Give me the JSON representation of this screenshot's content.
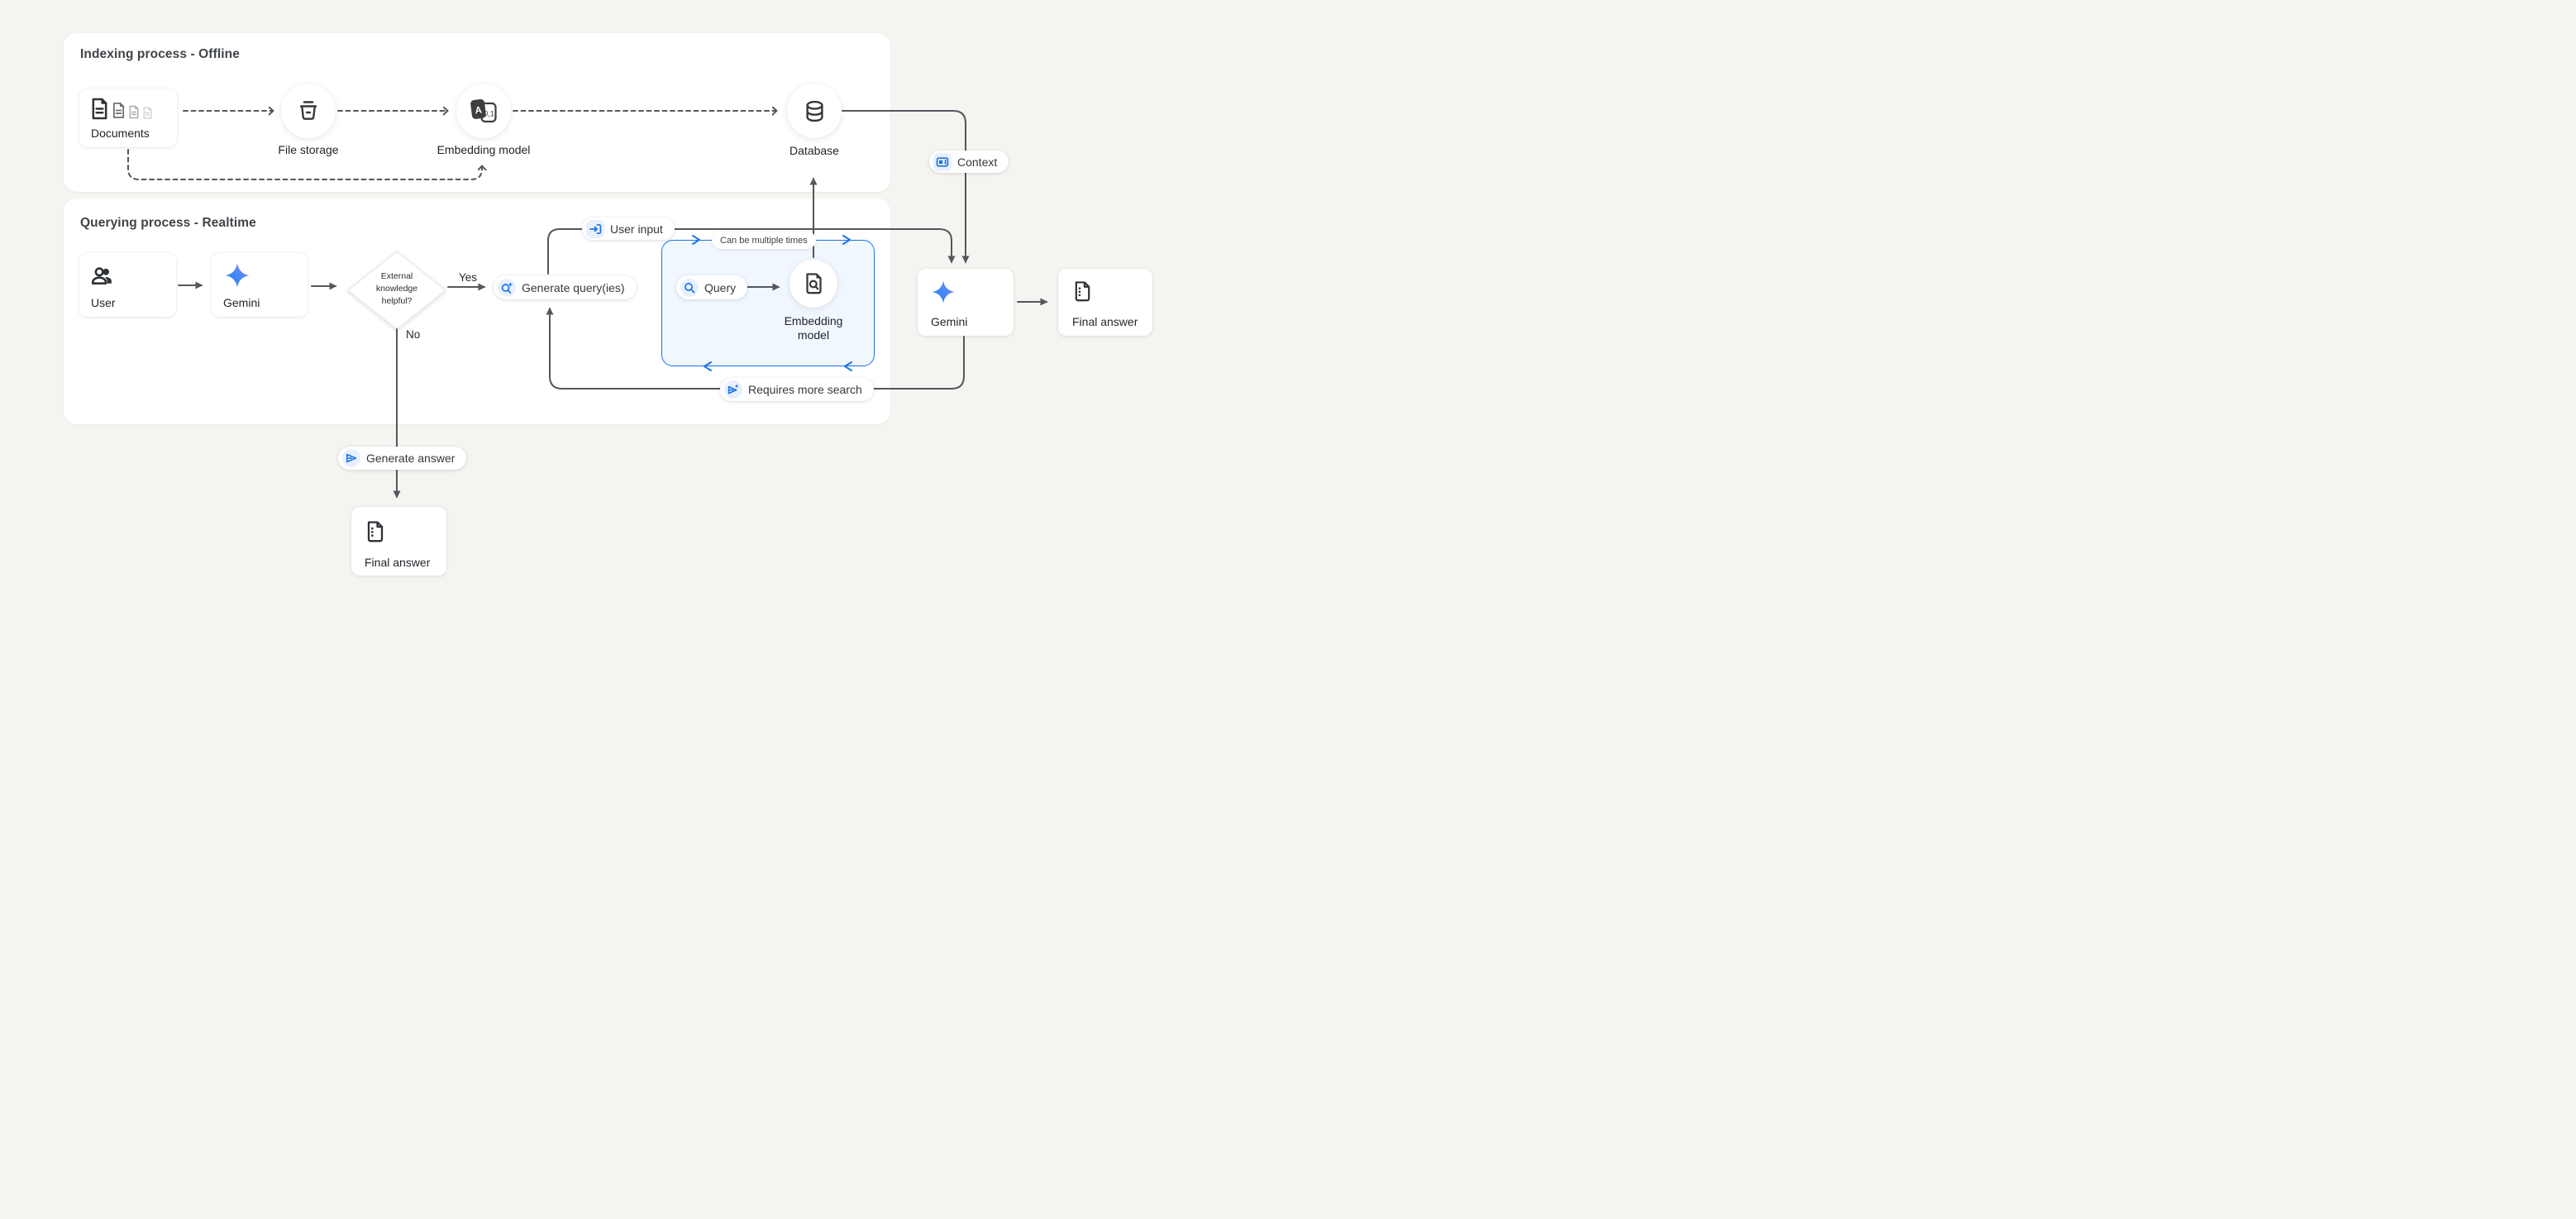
{
  "canvas": {
    "background": "#f5f4f1",
    "accent_blue": "#1a73e8",
    "icon_bg_blue": "#e8f0fe",
    "line_gray": "#54575b",
    "bluebox_fill": "#f1f7fe"
  },
  "sections": {
    "indexing": {
      "title": "Indexing process - Offline"
    },
    "querying": {
      "title": "Querying process - Realtime"
    }
  },
  "nodes": {
    "documents": {
      "label": "Documents",
      "icon": "documents-stack-icon"
    },
    "file_storage": {
      "label": "File storage",
      "icon": "storage-bucket-icon"
    },
    "embedding_model_top": {
      "label": "Embedding model",
      "icon": "translate-a01-icon"
    },
    "database": {
      "label": "Database",
      "icon": "database-cylinder-icon"
    },
    "user": {
      "label": "User",
      "icon": "people-icon"
    },
    "gemini_left": {
      "label": "Gemini",
      "icon": "gemini-star-icon"
    },
    "decision": {
      "line1": "External",
      "line2": "knowledge",
      "line3": "helpful?"
    },
    "query": {
      "label": "Query",
      "icon": "search-icon"
    },
    "embedding_model_inner": {
      "line1": "Embedding",
      "line2": "model",
      "icon": "file-search-icon"
    },
    "gemini_right": {
      "label": "Gemini",
      "icon": "gemini-star-icon"
    },
    "final_answer_right": {
      "label": "Final answer",
      "icon": "file-list-icon"
    },
    "final_answer_bottom": {
      "label": "Final answer",
      "icon": "file-list-icon"
    }
  },
  "badges": {
    "context": {
      "label": "Context",
      "icon": "article-icon"
    },
    "user_input": {
      "label": "User input",
      "icon": "login-icon"
    },
    "generate_queries": {
      "label": "Generate query(ies)",
      "icon": "search-spark-icon"
    },
    "requires_more_search": {
      "label": "Requires more search",
      "icon": "send-spark-icon"
    },
    "generate_answer": {
      "label": "Generate answer",
      "icon": "send-icon"
    },
    "can_be_multiple_times": {
      "label": "Can be multiple times"
    }
  },
  "edge_labels": {
    "yes": "Yes",
    "no": "No"
  }
}
